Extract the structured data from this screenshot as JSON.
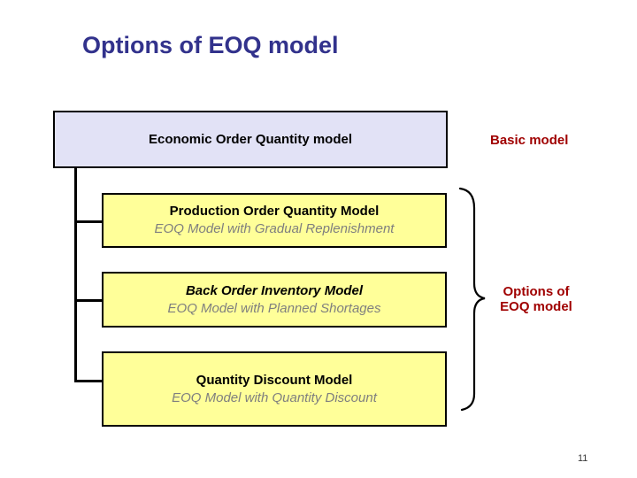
{
  "slide": {
    "title": "Options of EOQ model",
    "page_number": "11",
    "root_box": {
      "label": "Economic Order Quantity model"
    },
    "basic_model_label": "Basic model",
    "options_label": {
      "line1": "Options of",
      "line2": "EOQ model"
    },
    "child_boxes": [
      {
        "title": "Production Order Quantity Model",
        "subtitle": "EOQ Model with Gradual Replenishment"
      },
      {
        "title": "Back Order Inventory Model",
        "subtitle": "EOQ Model with Planned Shortages"
      },
      {
        "title": "Quantity Discount Model",
        "subtitle": "EOQ Model with Quantity Discount"
      }
    ],
    "colors": {
      "title_navy": "#32328C",
      "accent_red": "#A00000",
      "root_box_fill": "#E2E2F6",
      "child_box_fill": "#FFFF99",
      "subtitle_gray": "#7F7F7F",
      "border_black": "#000000"
    }
  }
}
